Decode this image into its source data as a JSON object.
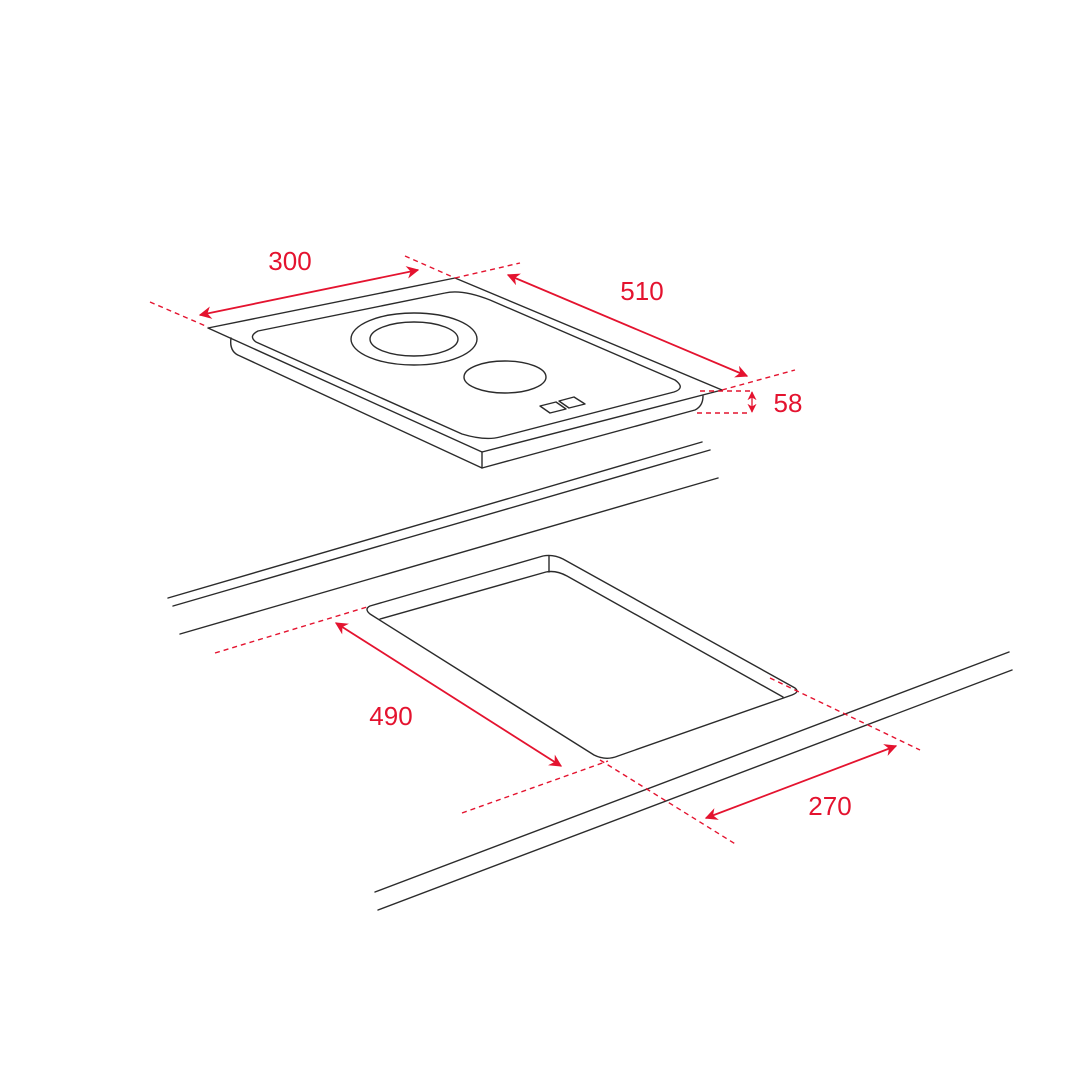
{
  "colors": {
    "dimension": "#e4132f",
    "outline": "#2b2b2b"
  },
  "dimensions": {
    "hob_width": "300",
    "hob_depth": "510",
    "hob_height": "58",
    "cutout_depth": "490",
    "cutout_width": "270"
  }
}
